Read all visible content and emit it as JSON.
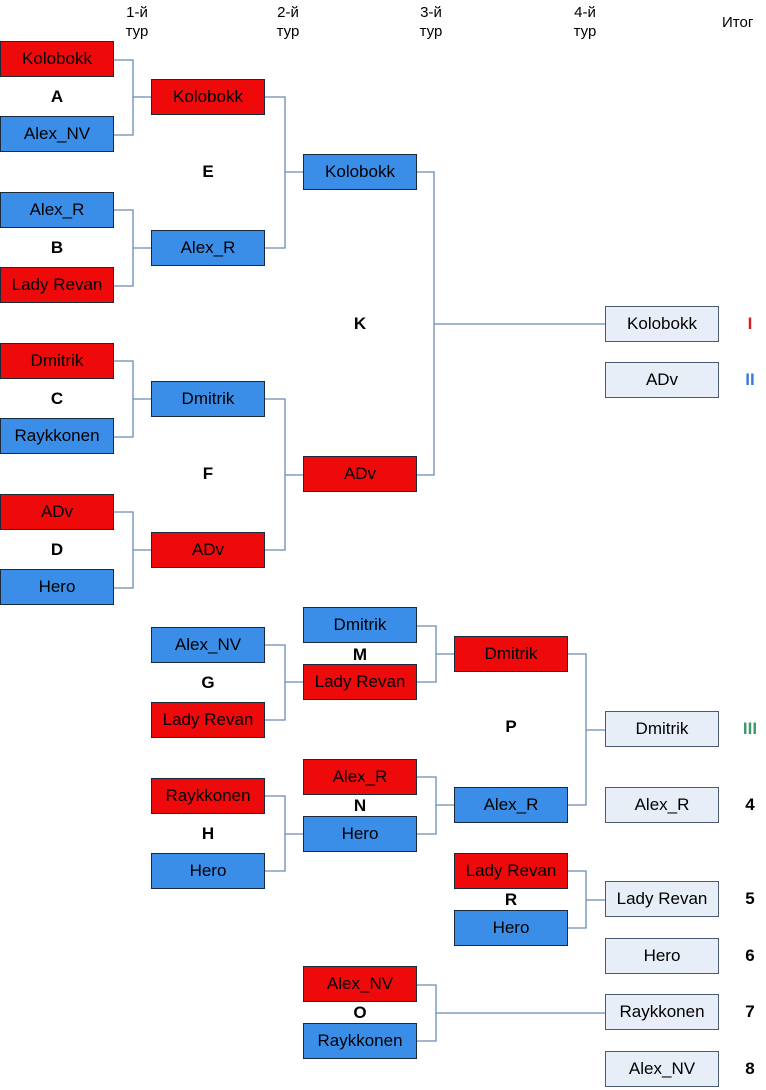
{
  "headers": {
    "r1": [
      "1-й",
      "тур"
    ],
    "r2": [
      "2-й",
      "тур"
    ],
    "r3": [
      "3-й",
      "тур"
    ],
    "r4": [
      "4-й",
      "тур"
    ],
    "total": "Итог"
  },
  "boxes": [
    "Kolobokk",
    "Alex_NV",
    "Alex_R",
    "Lady Revan",
    "Dmitrik",
    "Raykkonen",
    "ADv",
    "Hero",
    "Kolobokk",
    "Alex_R",
    "Dmitrik",
    "ADv",
    "Kolobokk",
    "ADv",
    "Alex_NV",
    "Lady Revan",
    "Raykkonen",
    "Hero",
    "Dmitrik",
    "Lady Revan",
    "Alex_R",
    "Hero",
    "Alex_NV",
    "Raykkonen",
    "Dmitrik",
    "Alex_R",
    "Lady Revan",
    "Hero",
    "Kolobokk",
    "ADv",
    "Dmitrik",
    "Alex_R",
    "Lady Revan",
    "Hero",
    "Raykkonen",
    "Alex_NV"
  ],
  "match_labels": [
    "A",
    "B",
    "C",
    "D",
    "E",
    "F",
    "K",
    "G",
    "H",
    "M",
    "N",
    "O",
    "P",
    "R"
  ],
  "ranks": [
    {
      "text": "I",
      "color": "#d42020"
    },
    {
      "text": "II",
      "color": "#3a7ad8"
    },
    {
      "text": "III",
      "color": "#3a9a6a"
    },
    {
      "text": "4",
      "color": "#000000"
    },
    {
      "text": "5",
      "color": "#000000"
    },
    {
      "text": "6",
      "color": "#000000"
    },
    {
      "text": "7",
      "color": "#000000"
    },
    {
      "text": "8",
      "color": "#000000"
    }
  ],
  "colors": {
    "red": "#ee0a0a",
    "blue": "#3a8ee8",
    "final": "#e8eef8",
    "connector": "#6a8cb0"
  }
}
